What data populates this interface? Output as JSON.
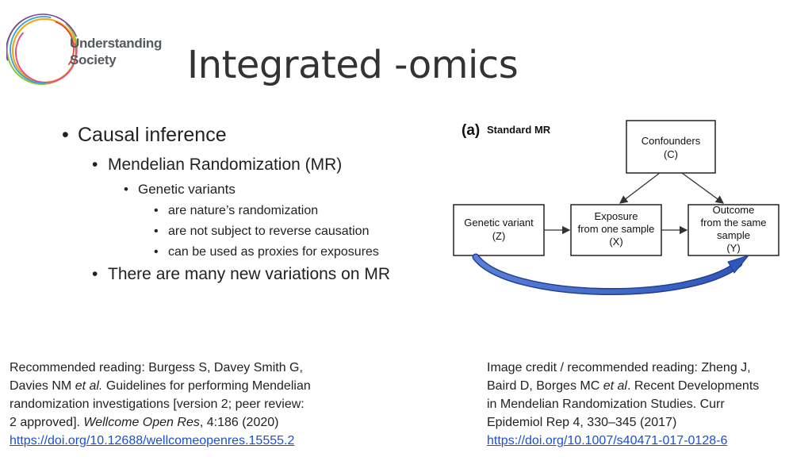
{
  "logo": {
    "line1": "Understanding",
    "line2": "Society"
  },
  "title": "Integrated -omics",
  "bullets": {
    "l1_causal": "Causal inference",
    "l2_mr": "Mendelian Randomization (MR)",
    "l3_genetic": "Genetic variants",
    "l4_items": [
      "are nature’s randomization",
      "are not subject to reverse causation",
      "can be used as proxies for exposures"
    ],
    "l2_variations": "There are many new variations on MR"
  },
  "diagram": {
    "panel_label": "(a)",
    "panel_title": "Standard MR",
    "confounders": [
      "Confounders",
      "(C)"
    ],
    "genetic": [
      "Genetic variant",
      "(Z)"
    ],
    "exposure": [
      "Exposure",
      "from one sample",
      "(X)"
    ],
    "outcome": [
      "Outcome",
      "from the same",
      "sample",
      "(Y)"
    ],
    "arrow_color": "#3b5fc0"
  },
  "refs": {
    "left": {
      "t1": "Recommended reading: Burgess S, Davey Smith G,",
      "t2": "Davies NM ",
      "t2_em": "et al.",
      "t3": " Guidelines for performing Mendelian",
      "t4": "randomization investigations [version 2; peer review:",
      "t5": "2 approved]. ",
      "t5_em": "Wellcome Open Res",
      "t6": ", 4:186 (2020)",
      "link": "https://doi.org/10.12688/wellcomeopenres.15555.2"
    },
    "right": {
      "t1": "Image credit / recommended reading: Zheng J,",
      "t2": "Baird D, Borges MC ",
      "t2_em": "et al",
      "t3": ". Recent Developments",
      "t4": "in Mendelian Randomization Studies. Curr",
      "t5": "Epidemiol Rep 4, 330–345 (2017)",
      "link": "https://doi.org/10.1007/s40471-017-0128-6"
    }
  }
}
